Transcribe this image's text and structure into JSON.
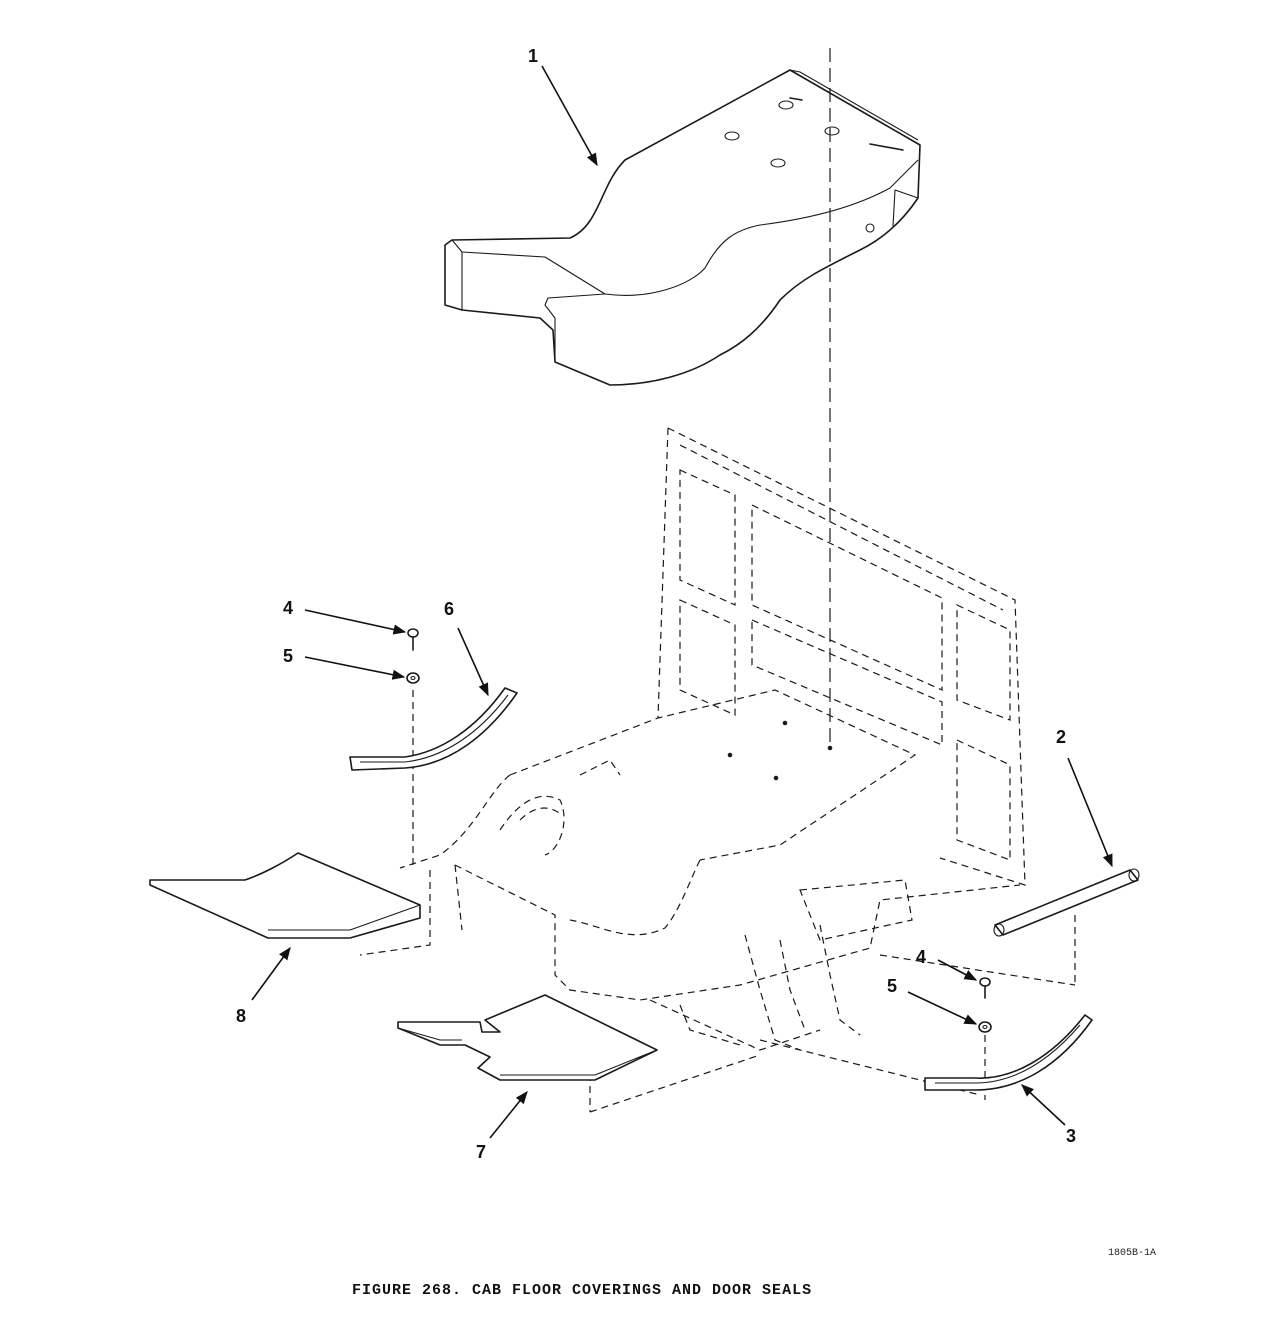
{
  "figure": {
    "caption": "FIGURE 268. CAB FLOOR COVERINGS AND DOOR SEALS",
    "code": "1805B-1A"
  },
  "callouts": {
    "c1": "1",
    "c2": "2",
    "c3": "3",
    "c4a": "4",
    "c4b": "4",
    "c5a": "5",
    "c5b": "5",
    "c6": "6",
    "c7": "7",
    "c8": "8"
  }
}
